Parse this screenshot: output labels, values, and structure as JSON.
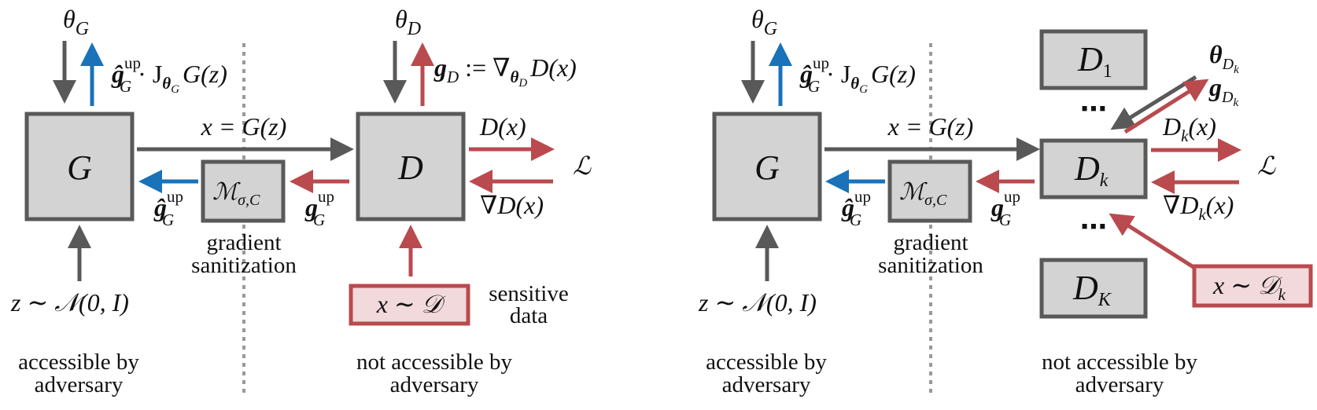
{
  "left_panel": {
    "theta_g": "θ",
    "theta_g_sub": "G",
    "gen_grad_label": "ĝ",
    "gen_grad_sup": "up",
    "gen_grad_sub": "G",
    "gen_grad_rest": "· J",
    "gen_grad_j_sub": "θ",
    "gen_grad_j_subsub": "G",
    "gen_grad_tail": "G(z)",
    "theta_d": "θ",
    "theta_d_sub": "D",
    "disc_grad_label": "g",
    "disc_grad_sub": "D",
    "disc_grad_rest": ":= ∇",
    "disc_grad_nabla_sub": "θ",
    "disc_grad_nabla_subsub": "D",
    "disc_grad_tail": "D(x)",
    "x_eq": "x = G(z)",
    "dx": "D(x)",
    "loss": "ℒ",
    "nabla_dx": "∇D(x)",
    "g_box": "G",
    "d_box": "D",
    "sanitizer": "ℳ",
    "sanitizer_sub": "σ,C",
    "hat_g_up": "ĝ",
    "hat_g_up_sup": "up",
    "hat_g_up_sub": "G",
    "g_up": "g",
    "g_up_sup": "up",
    "g_up_sub": "G",
    "grad_san_line1": "gradient",
    "grad_san_line2": "sanitization",
    "z_dist": "z ∼ 𝒩(0, I)",
    "x_dist": "x ∼ 𝒟",
    "sensitive_line1": "sensitive",
    "sensitive_line2": "data",
    "accessible_line1": "accessible by",
    "accessible_line2": "adversary",
    "not_accessible_line1": "not accessible by",
    "not_accessible_line2": "adversary"
  },
  "right_panel": {
    "theta_g": "θ",
    "theta_g_sub": "G",
    "gen_grad_label": "ĝ",
    "gen_grad_sup": "up",
    "gen_grad_sub": "G",
    "gen_grad_rest": "· J",
    "gen_grad_j_sub": "θ",
    "gen_grad_j_subsub": "G",
    "gen_grad_tail": "G(z)",
    "x_eq": "x = G(z)",
    "g_box": "G",
    "d1": "D",
    "d1_sub": "1",
    "dk": "D",
    "dk_sub": "k",
    "dK": "D",
    "dK_sub": "K",
    "ellipsis": "⋯",
    "theta_dk": "θ",
    "theta_dk_sub": "D",
    "theta_dk_subsub": "k",
    "g_dk": "g",
    "g_dk_sub": "D",
    "g_dk_subsub": "k",
    "dkx": "D",
    "dkx_sub": "k",
    "dkx_tail": "(x)",
    "loss": "ℒ",
    "nabla_dkx": "∇D",
    "nabla_dkx_sub": "k",
    "nabla_dkx_tail": "(x)",
    "sanitizer": "ℳ",
    "sanitizer_sub": "σ,C",
    "hat_g_up": "ĝ",
    "hat_g_up_sup": "up",
    "hat_g_up_sub": "G",
    "g_up": "g",
    "g_up_sup": "up",
    "g_up_sub": "G",
    "grad_san_line1": "gradient",
    "grad_san_line2": "sanitization",
    "z_dist": "z ∼ 𝒩(0, I)",
    "x_dist": "x ∼ 𝒟",
    "x_dist_sub": "k",
    "accessible_line1": "accessible by",
    "accessible_line2": "adversary",
    "not_accessible_line1": "not accessible by",
    "not_accessible_line2": "adversary"
  },
  "colors": {
    "gray": "#595959",
    "blue": "#1a72b8",
    "red": "#b94a4e",
    "box_fill": "#d3d3d3",
    "red_box_fill": "#f2d9db"
  }
}
